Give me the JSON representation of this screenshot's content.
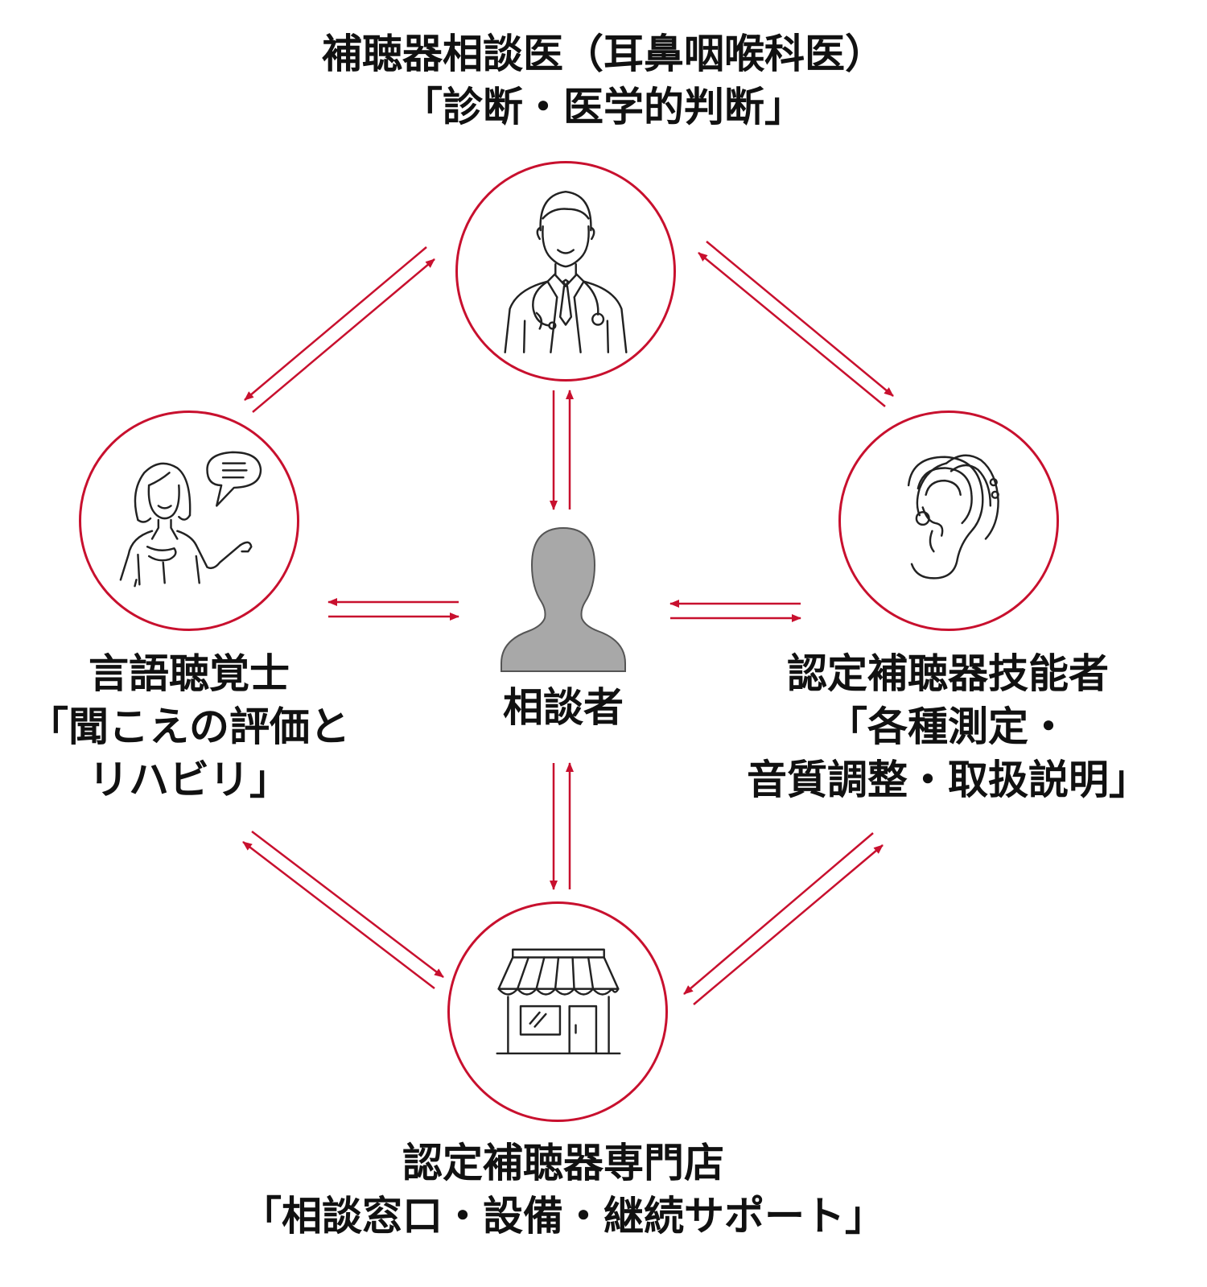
{
  "colors": {
    "accent": "#c8102e",
    "icon_stroke": "#222222",
    "person_fill": "#a8a8a8"
  },
  "center": {
    "label": "相談者",
    "icon": "person-silhouette-icon"
  },
  "nodes": {
    "doctor": {
      "title": "補聴器相談医（耳鼻咽喉科医）",
      "role": "「診断・医学的判断」",
      "icon": "doctor-icon"
    },
    "therapist": {
      "title": "言語聴覚士",
      "role_line1": "「聞こえの評価と",
      "role_line2": "リハビリ」",
      "icon": "speech-therapist-icon"
    },
    "technician": {
      "title": "認定補聴器技能者",
      "role_line1": "「各種測定・",
      "role_line2": "音質調整・取扱説明」",
      "icon": "hearing-aid-icon"
    },
    "shop": {
      "title": "認定補聴器専門店",
      "role": "「相談窓口・設備・継続サポート」",
      "icon": "store-icon"
    }
  }
}
